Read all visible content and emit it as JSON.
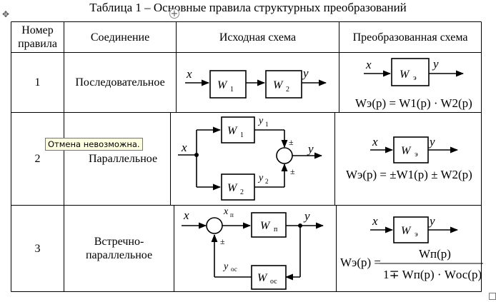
{
  "caption": "Таблица 1 – Основные правила структурных преобразований",
  "headers": {
    "rule_number": "Номер правила",
    "rule_number_line1": "Номер",
    "rule_number_line2": "правила",
    "connection": "Соединение",
    "source_scheme": "Исходная схема",
    "transformed_scheme": "Преобразованная схема"
  },
  "rows": [
    {
      "number": "1",
      "connection": "Последовательное"
    },
    {
      "number": "2",
      "connection": "Параллельное"
    },
    {
      "number": "3",
      "connection_line1": "Встречно-",
      "connection_line2": "параллельное"
    }
  ],
  "tooltip": "Отмена невозможна.",
  "icons": {
    "move": "move-handle-icon",
    "add": "plus-circle-icon",
    "resize": "resize-handle-icon"
  }
}
